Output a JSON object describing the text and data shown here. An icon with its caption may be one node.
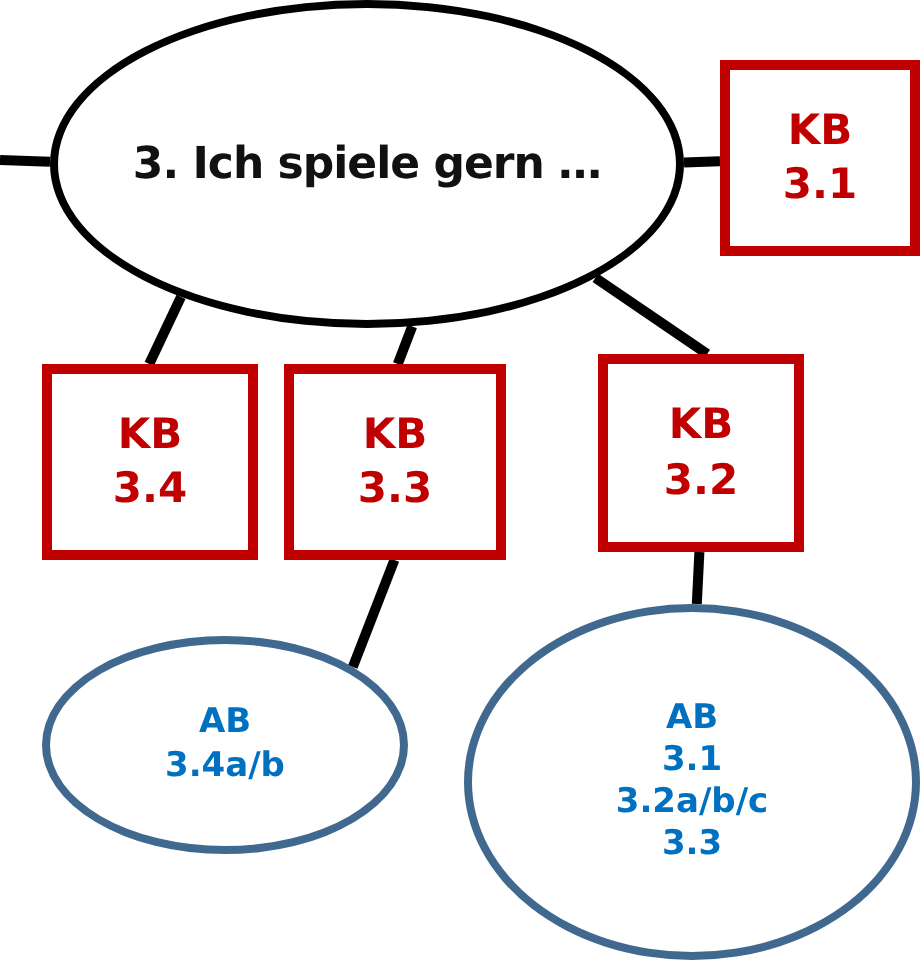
{
  "diagram": {
    "nodes": [
      {
        "text": [
          "3. Ich spiele gern …"
        ]
      },
      {
        "text": [
          "KB",
          "3.1"
        ]
      },
      {
        "text": [
          "KB",
          "3.4"
        ]
      },
      {
        "text": [
          "KB",
          "3.3"
        ]
      },
      {
        "text": [
          "KB",
          "3.2"
        ]
      },
      {
        "text": [
          "AB",
          "3.4a/b"
        ]
      },
      {
        "text": [
          "AB",
          "3.1",
          "3.2a/b/c",
          "3.3"
        ]
      }
    ],
    "edges": [
      {
        "from": null,
        "to": 0,
        "arrow": "none"
      },
      {
        "from": 0,
        "to": 1,
        "arrow": "none"
      },
      {
        "from": 0,
        "to": 2,
        "arrow": "none"
      },
      {
        "from": 0,
        "to": 3,
        "arrow": "none"
      },
      {
        "from": 0,
        "to": 4,
        "arrow": "none"
      },
      {
        "from": 3,
        "to": 5,
        "arrow": "none"
      },
      {
        "from": 4,
        "to": 6,
        "arrow": "none"
      }
    ]
  }
}
